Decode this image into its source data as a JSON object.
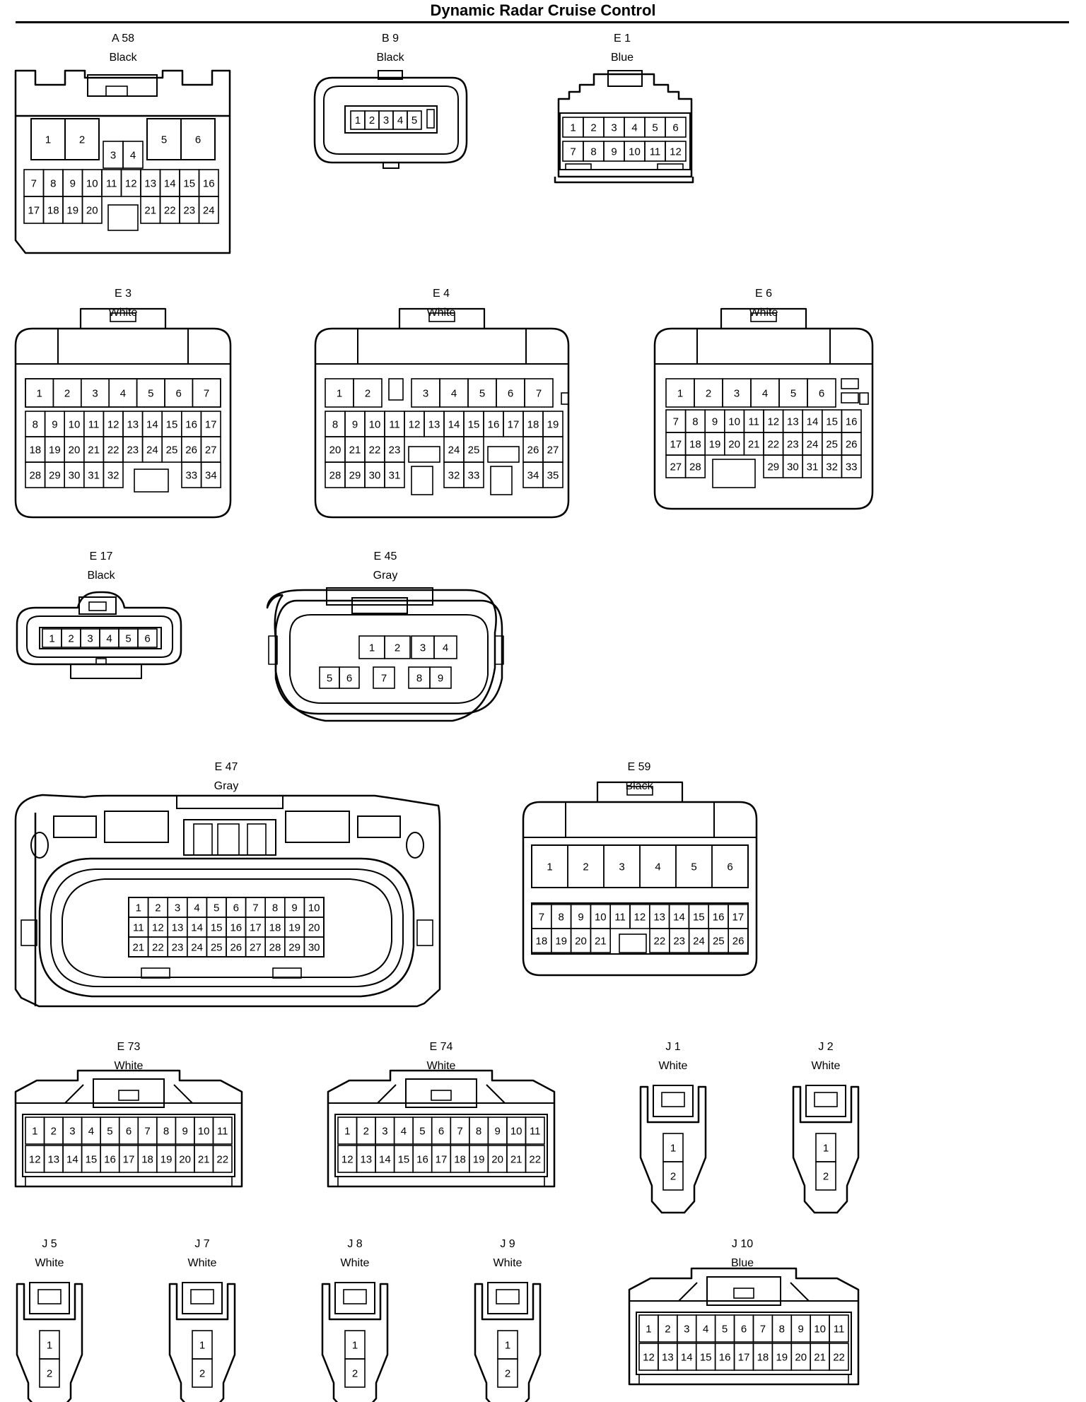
{
  "title": "Dynamic Radar Cruise Control",
  "connectors": [
    {
      "id": "A58",
      "code": "A 58",
      "color": "Black",
      "pins": [
        1,
        2,
        3,
        4,
        5,
        6,
        7,
        8,
        9,
        10,
        11,
        12,
        13,
        14,
        15,
        16,
        17,
        18,
        19,
        20,
        21,
        22,
        23,
        24
      ]
    },
    {
      "id": "B9",
      "code": "B 9",
      "color": "Black",
      "pins": [
        1,
        2,
        3,
        4,
        5
      ]
    },
    {
      "id": "E1",
      "code": "E 1",
      "color": "Blue",
      "pins": [
        1,
        2,
        3,
        4,
        5,
        6,
        7,
        8,
        9,
        10,
        11,
        12
      ]
    },
    {
      "id": "E3",
      "code": "E 3",
      "color": "White",
      "pins": [
        1,
        2,
        3,
        4,
        5,
        6,
        7,
        8,
        9,
        10,
        11,
        12,
        13,
        14,
        15,
        16,
        17,
        18,
        19,
        20,
        21,
        22,
        23,
        24,
        25,
        26,
        27,
        28,
        29,
        30,
        31,
        32,
        33,
        34
      ]
    },
    {
      "id": "E4",
      "code": "E 4",
      "color": "White",
      "pins": [
        1,
        2,
        3,
        4,
        5,
        6,
        7,
        8,
        9,
        10,
        11,
        12,
        13,
        14,
        15,
        16,
        17,
        18,
        19,
        20,
        21,
        22,
        23,
        24,
        25,
        26,
        27,
        28,
        29,
        30,
        31,
        32,
        33,
        34,
        35
      ]
    },
    {
      "id": "E6",
      "code": "E 6",
      "color": "White",
      "pins": [
        1,
        2,
        3,
        4,
        5,
        6,
        7,
        8,
        9,
        10,
        11,
        12,
        13,
        14,
        15,
        16,
        17,
        18,
        19,
        20,
        21,
        22,
        23,
        24,
        25,
        26,
        27,
        28,
        29,
        30,
        31,
        32,
        33
      ]
    },
    {
      "id": "E17",
      "code": "E 17",
      "color": "Black",
      "pins": [
        1,
        2,
        3,
        4,
        5,
        6
      ]
    },
    {
      "id": "E45",
      "code": "E 45",
      "color": "Gray",
      "pins": [
        1,
        2,
        3,
        4,
        5,
        6,
        7,
        8,
        9
      ]
    },
    {
      "id": "E47",
      "code": "E 47",
      "color": "Gray",
      "pins": [
        1,
        2,
        3,
        4,
        5,
        6,
        7,
        8,
        9,
        10,
        11,
        12,
        13,
        14,
        15,
        16,
        17,
        18,
        19,
        20,
        21,
        22,
        23,
        24,
        25,
        26,
        27,
        28,
        29,
        30
      ]
    },
    {
      "id": "E59",
      "code": "E 59",
      "color": "Black",
      "pins": [
        1,
        2,
        3,
        4,
        5,
        6,
        7,
        8,
        9,
        10,
        11,
        12,
        13,
        14,
        15,
        16,
        17,
        18,
        19,
        20,
        21,
        22,
        23,
        24,
        25,
        26
      ]
    },
    {
      "id": "E73",
      "code": "E 73",
      "color": "White",
      "pins": [
        1,
        2,
        3,
        4,
        5,
        6,
        7,
        8,
        9,
        10,
        11,
        12,
        13,
        14,
        15,
        16,
        17,
        18,
        19,
        20,
        21,
        22
      ]
    },
    {
      "id": "E74",
      "code": "E 74",
      "color": "White",
      "pins": [
        1,
        2,
        3,
        4,
        5,
        6,
        7,
        8,
        9,
        10,
        11,
        12,
        13,
        14,
        15,
        16,
        17,
        18,
        19,
        20,
        21,
        22
      ]
    },
    {
      "id": "J1",
      "code": "J 1",
      "color": "White",
      "pins": [
        1,
        2
      ]
    },
    {
      "id": "J2",
      "code": "J 2",
      "color": "White",
      "pins": [
        1,
        2
      ]
    },
    {
      "id": "J5",
      "code": "J 5",
      "color": "White",
      "pins": [
        1,
        2
      ]
    },
    {
      "id": "J7",
      "code": "J 7",
      "color": "White",
      "pins": [
        1,
        2
      ]
    },
    {
      "id": "J8",
      "code": "J 8",
      "color": "White",
      "pins": [
        1,
        2
      ]
    },
    {
      "id": "J9",
      "code": "J 9",
      "color": "White",
      "pins": [
        1,
        2
      ]
    },
    {
      "id": "J10",
      "code": "J 10",
      "color": "Blue",
      "pins": [
        1,
        2,
        3,
        4,
        5,
        6,
        7,
        8,
        9,
        10,
        11,
        12,
        13,
        14,
        15,
        16,
        17,
        18,
        19,
        20,
        21,
        22
      ]
    }
  ]
}
